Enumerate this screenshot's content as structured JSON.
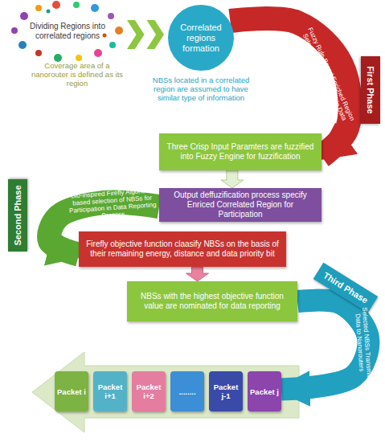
{
  "diagram": {
    "nodes": [
      {
        "text": [
          "Dividing Regions into correlated regions",
          "Coverage area of a nanorouter is defined as its region"
        ]
      },
      {
        "text": [
          "Correlated regions formation",
          "NBSs located in a correlated region are assumed to have similar type of information"
        ]
      },
      {
        "text": [
          "First Phase"
        ]
      },
      {
        "text": [
          "Three Crisp Input Paramters are fuzzified into Fuzzy Engine for fuzzification"
        ]
      },
      {
        "text": [
          "Output deffuzification process specify Enriced Correlated Region for Participation"
        ]
      },
      {
        "text": [
          "Second Phase"
        ]
      },
      {
        "text": [
          "Firefly objective function claasify NBSs on the basis of their remaining energy, distance and data priority bit"
        ]
      },
      {
        "text": [
          "NBSs with the highest objective function value are nominated for data reporting"
        ]
      },
      {
        "text": [
          "Third Phase"
        ]
      },
      {
        "text": [
          "Packet i"
        ]
      },
      {
        "text": [
          "Packet i+1"
        ]
      },
      {
        "text": [
          "Packet i+2"
        ]
      },
      {
        "text": [
          "........"
        ]
      },
      {
        "text": [
          "Packet j-1"
        ]
      },
      {
        "text": [
          "Packet j"
        ]
      }
    ],
    "edges": [
      {
        "from": 0,
        "to": 1,
        "arrow": "to"
      },
      {
        "from": 1,
        "to": 3,
        "label": "Fuzzy Rule-Based Enriched Region Selection for Participation in Data Reporting Process",
        "arrow": "to"
      },
      {
        "from": 3,
        "to": 4,
        "arrow": "to"
      },
      {
        "from": 4,
        "to": 6,
        "label": "Bio-inspired Firefly Algorithm based selection of NBSs for Participation in Data Reporting Process",
        "arrow": "to"
      },
      {
        "from": 6,
        "to": 7,
        "arrow": "to"
      },
      {
        "from": 7,
        "to": 14,
        "label": "Selected NBSs Transmit Data to Nanorouters",
        "arrow": "to"
      }
    ]
  }
}
